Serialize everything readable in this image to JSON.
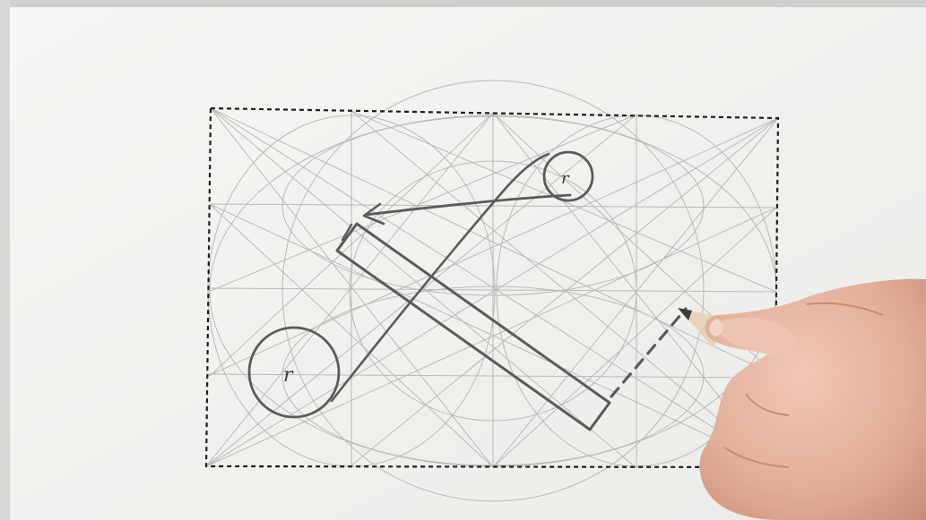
{
  "scene": {
    "paper_color": "#f3f3f1",
    "pencil_color": "#5a5a5a",
    "guide_color": "#b9b9b9",
    "frame_style": "dashed",
    "pencil_body_color": "#f0921c",
    "hand_skin_color": "#e7b9a6"
  },
  "labels": {
    "large_circle_label": "r",
    "small_circle_label": "r"
  }
}
